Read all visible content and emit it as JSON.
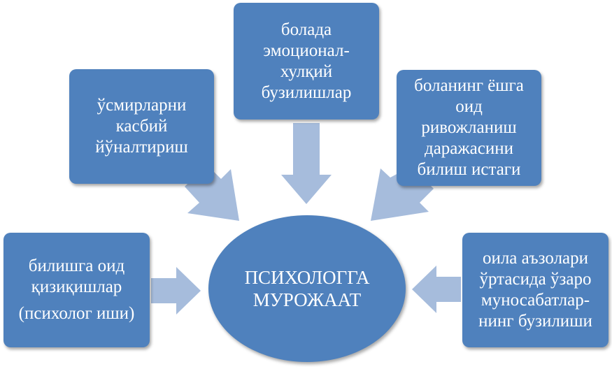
{
  "center": {
    "line1": "ПСИХОЛОГГА",
    "line2": "МУРОЖААТ"
  },
  "boxes": {
    "top": [
      "болада",
      "эмоционал-",
      "хулқий",
      "бузилишлар"
    ],
    "upper_left": [
      "ўсмирларни",
      "касбий",
      "йўналтириш"
    ],
    "upper_right": [
      "боланинг  ёшга",
      "оид",
      "ривожланиш",
      "даражасини",
      "билиш истаги"
    ],
    "lower_left": [
      "билишга оид",
      "қизиқишлар",
      "(психолог иши)"
    ],
    "lower_right": [
      "оила аъзолари",
      "ўртасида ўзаро",
      "муносабатлар-",
      "нинг бузилиши"
    ]
  },
  "colors": {
    "box": "#4f81bd",
    "arrow": "#a6bcdc",
    "text": "#ffffff"
  }
}
